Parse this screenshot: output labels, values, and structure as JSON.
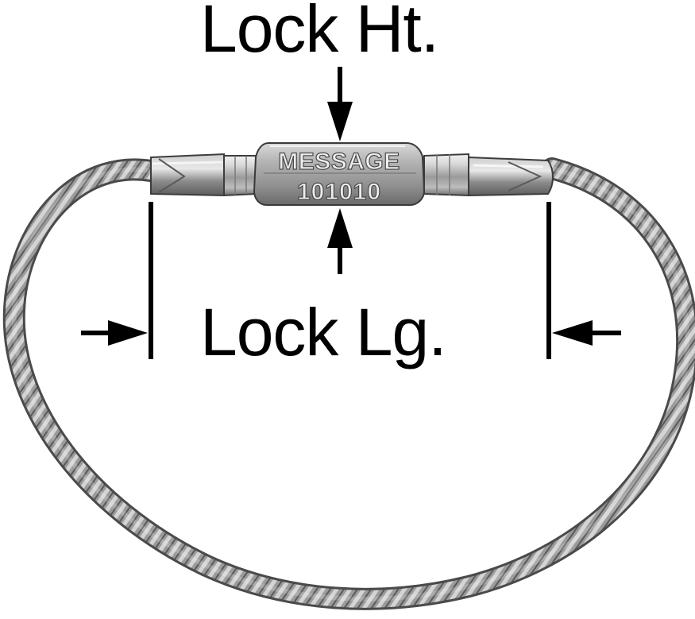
{
  "labels": {
    "lock_height": "Lock Ht.",
    "lock_length": "Lock Lg.",
    "engraving_message": "MESSAGE",
    "engraving_number": "101010"
  },
  "colors": {
    "ink": "#000000",
    "background": "#ffffff",
    "cable_dark": "#4a4a4a",
    "cable_mid": "#8a8a8a",
    "cable_light": "#c9c9c9",
    "metal_dark": "#6e6e6e",
    "metal_mid": "#a9a9a9",
    "metal_light": "#e2e2e2"
  },
  "icons": {
    "height_arrows": "arrow-down-icon / arrow-up-icon",
    "length_arrows": "arrow-right-icon / arrow-left-icon"
  }
}
